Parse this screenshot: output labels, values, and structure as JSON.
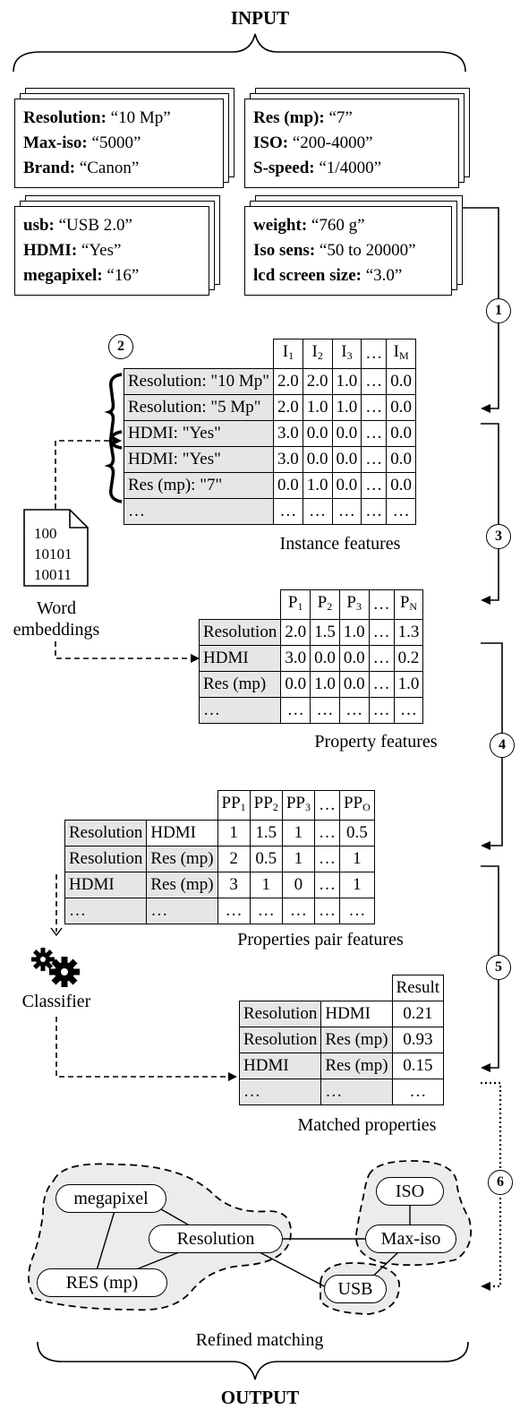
{
  "titles": {
    "input": "INPUT",
    "output": "OUTPUT"
  },
  "cards": [
    {
      "rows": [
        {
          "k": "Resolution:",
          "v": " “10 Mp”"
        },
        {
          "k": "Max-iso:",
          "v": " “5000”"
        },
        {
          "k": "Brand:",
          "v": " “Canon”"
        }
      ]
    },
    {
      "rows": [
        {
          "k": "Res (mp):",
          "v": " “7”"
        },
        {
          "k": "ISO:",
          "v": " “200-4000”"
        },
        {
          "k": "S-speed:",
          "v": " “1/4000”"
        }
      ]
    },
    {
      "rows": [
        {
          "k": "usb:",
          "v": " “USB 2.0”"
        },
        {
          "k": "HDMI:",
          "v": " “Yes”"
        },
        {
          "k": "megapixel:",
          "v": " “16”"
        }
      ]
    },
    {
      "rows": [
        {
          "k": "weight:",
          "v": " “760 g”"
        },
        {
          "k": "Iso sens:",
          "v": " “50 to 20000”"
        },
        {
          "k": "lcd screen size:",
          "v": " “3.0”"
        }
      ]
    }
  ],
  "steps": [
    "1",
    "2",
    "3",
    "4",
    "5",
    "6"
  ],
  "instance": {
    "headers": [
      {
        "b": "I",
        "s": "1"
      },
      {
        "b": "I",
        "s": "2"
      },
      {
        "b": "I",
        "s": "3"
      },
      {
        "b": "…",
        "s": ""
      },
      {
        "b": "I",
        "s": "M"
      }
    ],
    "rows": [
      {
        "label": "Resolution: \"10 Mp\"",
        "vals": [
          "2.0",
          "2.0",
          "1.0",
          "…",
          "0.0"
        ]
      },
      {
        "label": "Resolution: \"5 Mp\"",
        "vals": [
          "2.0",
          "1.0",
          "1.0",
          "…",
          "0.0"
        ]
      },
      {
        "label": "HDMI: \"Yes\"",
        "vals": [
          "3.0",
          "0.0",
          "0.0",
          "…",
          "0.0"
        ]
      },
      {
        "label": "HDMI: \"Yes\"",
        "vals": [
          "3.0",
          "0.0",
          "0.0",
          "…",
          "0.0"
        ]
      },
      {
        "label": "Res (mp): \"7\"",
        "vals": [
          "0.0",
          "1.0",
          "0.0",
          "…",
          "0.0"
        ]
      },
      {
        "label": "…",
        "vals": [
          "…",
          "…",
          "…",
          "…",
          "…"
        ]
      }
    ],
    "caption": "Instance features"
  },
  "word_embeddings": {
    "lines": [
      "100",
      "10101",
      "10011"
    ],
    "label1": "Word",
    "label2": "embeddings"
  },
  "property": {
    "headers": [
      {
        "b": "P",
        "s": "1"
      },
      {
        "b": "P",
        "s": "2"
      },
      {
        "b": "P",
        "s": "3"
      },
      {
        "b": "…",
        "s": ""
      },
      {
        "b": "P",
        "s": "N"
      }
    ],
    "rows": [
      {
        "label": "Resolution",
        "vals": [
          "2.0",
          "1.5",
          "1.0",
          "…",
          "1.3"
        ]
      },
      {
        "label": "HDMI",
        "vals": [
          "3.0",
          "0.0",
          "0.0",
          "…",
          "0.2"
        ]
      },
      {
        "label": "Res (mp)",
        "vals": [
          "0.0",
          "1.0",
          "0.0",
          "…",
          "1.0"
        ]
      },
      {
        "label": "…",
        "vals": [
          "…",
          "…",
          "…",
          "…",
          "…"
        ]
      }
    ],
    "caption": "Property features"
  },
  "pairs": {
    "headers": [
      {
        "b": "PP",
        "s": "1"
      },
      {
        "b": "PP",
        "s": "2"
      },
      {
        "b": "PP",
        "s": "3"
      },
      {
        "b": "…",
        "s": ""
      },
      {
        "b": "PP",
        "s": "O"
      }
    ],
    "rows": [
      {
        "a": "Resolution",
        "b": "HDMI",
        "vals": [
          "1",
          "1.5",
          "1",
          "…",
          "0.5"
        ]
      },
      {
        "a": "Resolution",
        "b": "Res (mp)",
        "vals": [
          "2",
          "0.5",
          "1",
          "…",
          "1"
        ]
      },
      {
        "a": "HDMI",
        "b": "Res (mp)",
        "vals": [
          "3",
          "1",
          "0",
          "…",
          "1"
        ]
      },
      {
        "a": "…",
        "b": "…",
        "vals": [
          "…",
          "…",
          "…",
          "…",
          "…"
        ]
      }
    ],
    "caption": "Properties pair features"
  },
  "classifier": {
    "label": "Classifier"
  },
  "matched": {
    "header": "Result",
    "rows": [
      {
        "a": "Resolution",
        "b": "HDMI",
        "v": "0.21"
      },
      {
        "a": "Resolution",
        "b": "Res (mp)",
        "v": "0.93"
      },
      {
        "a": "HDMI",
        "b": "Res (mp)",
        "v": "0.15"
      },
      {
        "a": "…",
        "b": "…",
        "v": "…"
      }
    ],
    "caption": "Matched properties"
  },
  "graph": {
    "nodes": {
      "megapixel": "megapixel",
      "resolution": "Resolution",
      "res_mp": "RES (mp)",
      "iso": "ISO",
      "max_iso": "Max-iso",
      "usb": "USB"
    },
    "caption": "Refined matching"
  }
}
